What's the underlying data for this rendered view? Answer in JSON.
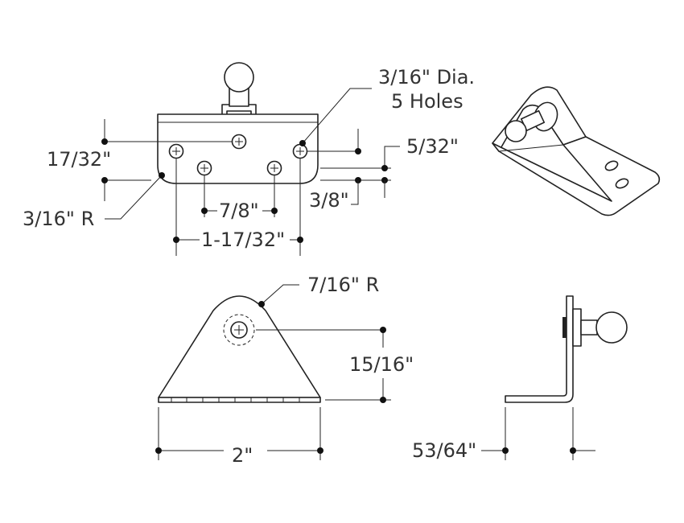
{
  "colors": {
    "ink": "#222222",
    "label": "#333333",
    "background": "#ffffff"
  },
  "labels": {
    "hole_dia": "3/16\" Dia.",
    "hole_count": "5 Holes",
    "vert_spacing": "17/32\"",
    "corner_radius": "3/16\" R",
    "edge_offset_top": "5/32\"",
    "edge_offset_side": "3/8\"",
    "small_spacing": "7/8\"",
    "wide_spacing": "1-17/32\"",
    "top_radius": "7/16\" R",
    "height": "15/16\"",
    "width": "2\"",
    "depth": "53/64\""
  }
}
